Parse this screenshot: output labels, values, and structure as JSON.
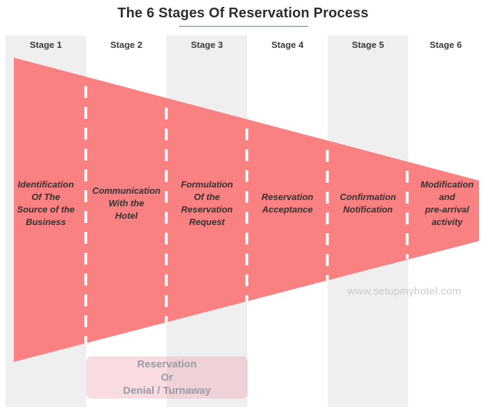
{
  "title": "The 6 Stages Of Reservation Process",
  "watermark": "www.setupmyhotel.com",
  "stages": [
    {
      "label": "Stage 1",
      "text": "Identification\nOf The\nSource of the\nBusiness"
    },
    {
      "label": "Stage 2",
      "text": "Communication\nWith the\nHotel"
    },
    {
      "label": "Stage 3",
      "text": "Formulation\nOf the\nReservation\nRequest"
    },
    {
      "label": "Stage 4",
      "text": "Reservation\nAcceptance"
    },
    {
      "label": "Stage 5",
      "text": "Confirmation\nNotification"
    },
    {
      "label": "Stage 6",
      "text": "Modification\nand\npre-arrival\nactivity"
    }
  ],
  "denial_box": {
    "lines": [
      "Reservation",
      "Or",
      "Denial / Turnaway"
    ]
  },
  "colors": {
    "funnel": "#fa8181",
    "column_band": "#efefef",
    "dashed_divider": "#ffffff",
    "title_underline": "#a9b8c6",
    "denial_box_bg": "#f9dbe2",
    "denial_box_text": "#9a9b9d",
    "watermark_text": "#c9c9c9",
    "title_text": "#2d2d2d",
    "stage_text": "#333333"
  }
}
